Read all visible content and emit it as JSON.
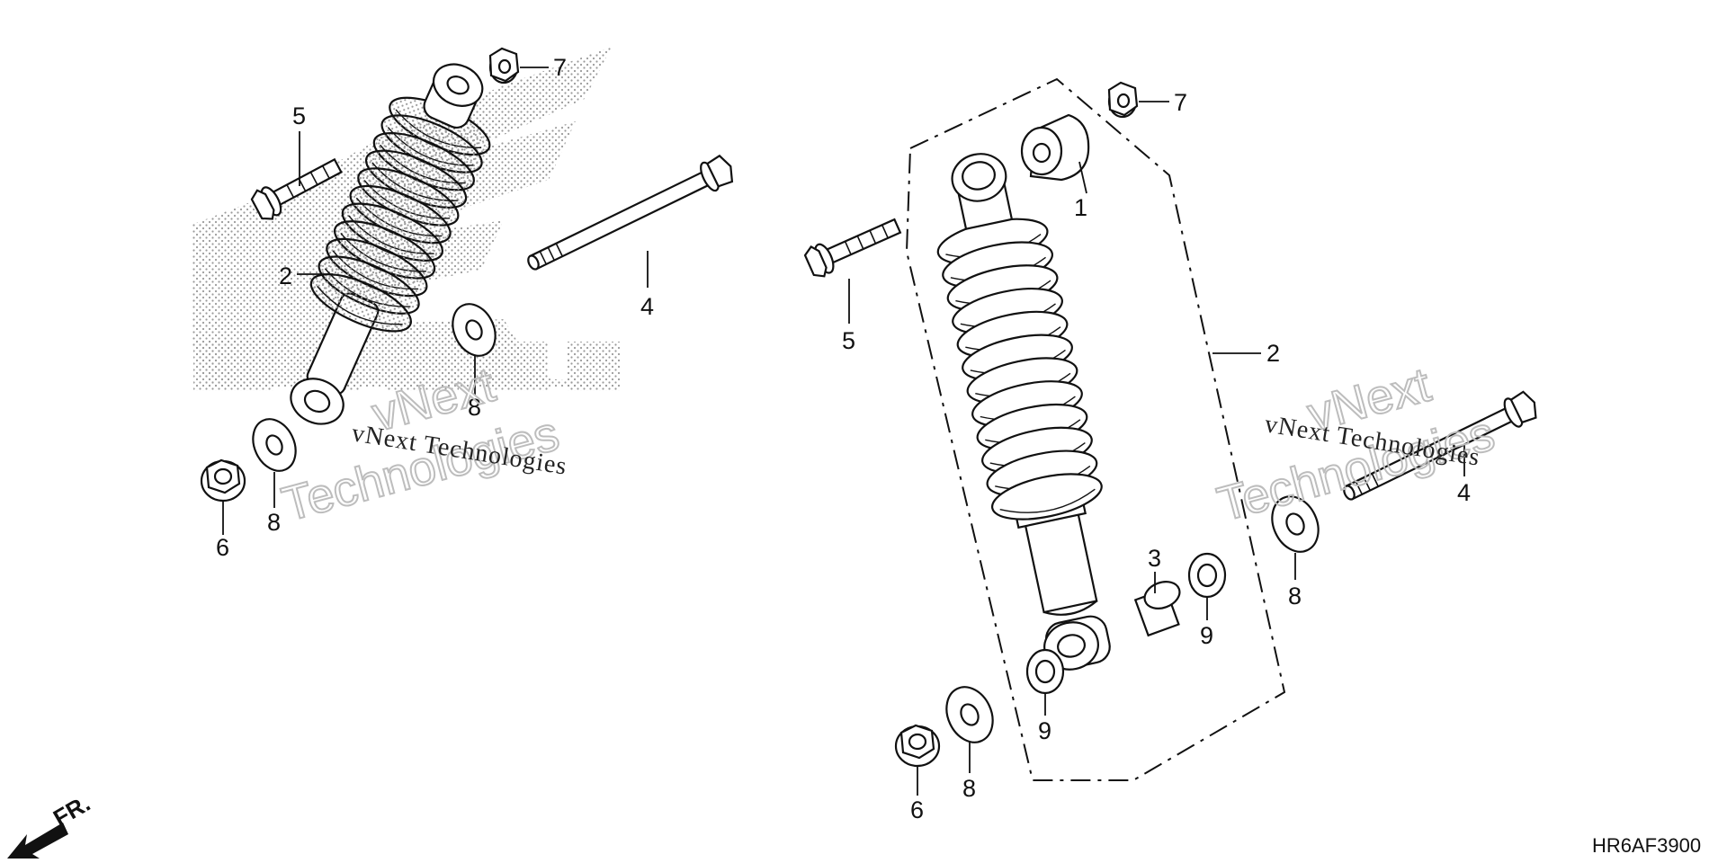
{
  "callouts": {
    "left": {
      "p2": "2",
      "p4": "4",
      "p5": "5",
      "p6": "6",
      "p7": "7",
      "p8a": "8",
      "p8b": "8"
    },
    "right": {
      "p1": "1",
      "p2": "2",
      "p3": "3",
      "p4": "4",
      "p5": "5",
      "p6": "6",
      "p7": "7",
      "p8a": "8",
      "p8b": "8",
      "p9a": "9",
      "p9b": "9"
    }
  },
  "watermarks": {
    "left_line1": "vNext Technologies",
    "left_line2": "vNext",
    "left_line3": "Technologies",
    "right_line1": "vNext Technologies",
    "right_line2": "vNext",
    "right_line3": "Technologies"
  },
  "direction_label": "FR.",
  "diagram_code": "HR6AF3900",
  "colors": {
    "line": "#111111",
    "stipple": "#9a9a9a",
    "background": "#ffffff"
  }
}
